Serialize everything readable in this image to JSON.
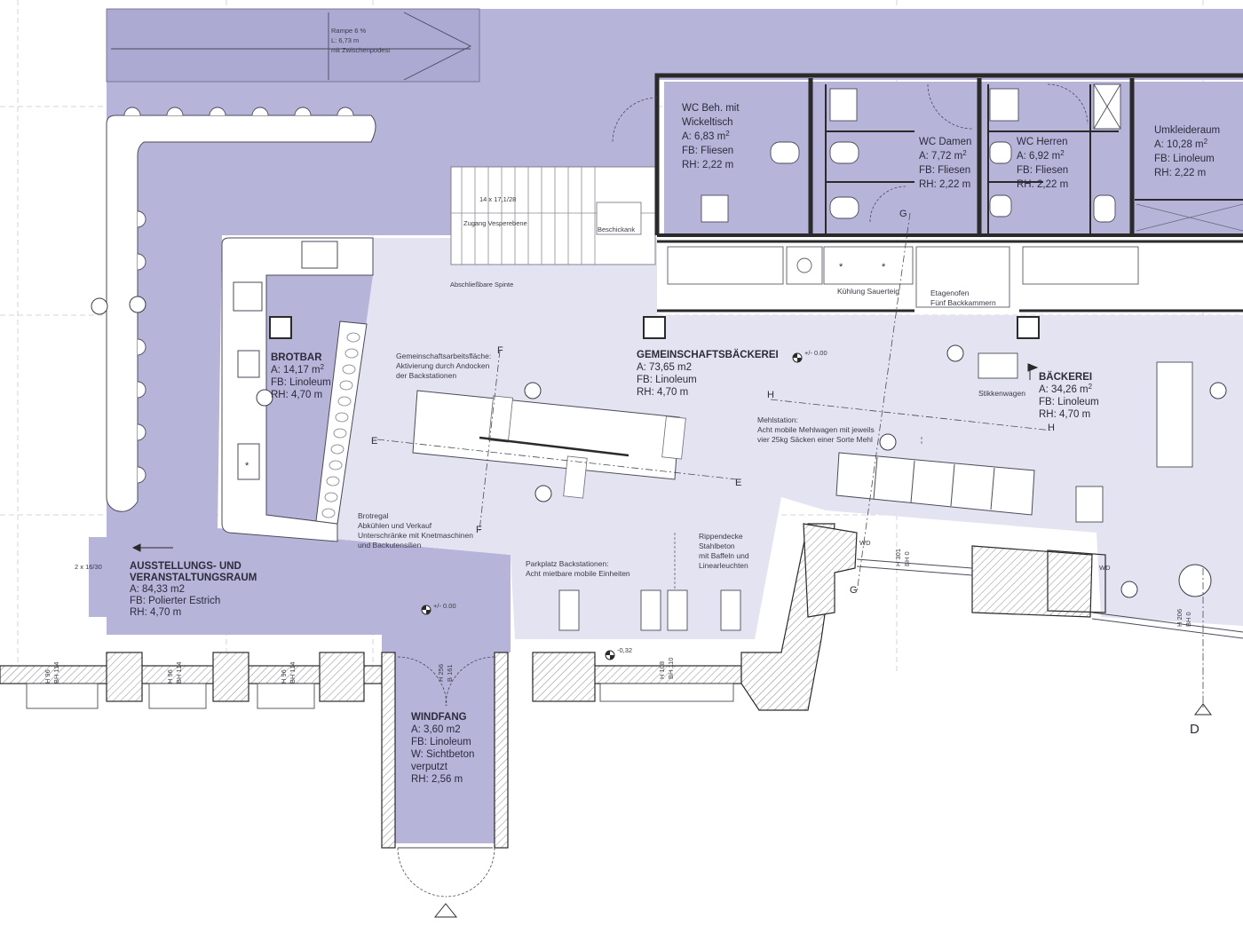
{
  "colors": {
    "room_fill": "#b7b4da",
    "light_fill": "#e4e3f1",
    "wall": "#3a3a3a",
    "hatch": "#8a8a8a",
    "background": "#ffffff"
  },
  "ramp": {
    "line1": "Rampe 6 %",
    "line2": "L: 6,73 m",
    "line3": "mit Zwischenpodest"
  },
  "stair": {
    "spec": "14 x 17,1/28",
    "access": "Zugang Vesperebene",
    "cabinet": "Beschickank",
    "lockers": "Abschließbare Spinte"
  },
  "rooms": {
    "wc_beh": {
      "name1": "WC Beh. mit",
      "name2": "Wickeltisch",
      "area_prefix": "A: 6,83 m",
      "floor": "FB: Fliesen",
      "height": "RH: 2,22 m"
    },
    "wc_damen": {
      "name": "WC Damen",
      "area_prefix": "A: 7,72 m",
      "floor": "FB: Fliesen",
      "height": "RH: 2,22 m"
    },
    "wc_herren": {
      "name": "WC Herren",
      "area_prefix": "A: 6,92 m",
      "floor": "FB: Fliesen",
      "height": "RH: 2,22 m"
    },
    "umkleide": {
      "name": "Umkleideraum",
      "area_prefix": "A: 10,28 m",
      "floor": "FB: Linoleum",
      "height": "RH: 2,22 m"
    },
    "brotbar": {
      "name": "BROTBAR",
      "area_prefix": "A: 14,17 m",
      "floor": "FB: Linoleum",
      "height": "RH: 4,70 m"
    },
    "gemeinschaft": {
      "name": "GEMEINSCHAFTSBÄCKEREI",
      "area": "A: 73,65 m2",
      "floor": "FB: Linoleum",
      "height": "RH: 4,70 m"
    },
    "baeckerei": {
      "name": "BÄCKEREI",
      "area_prefix": "A: 34,26 m",
      "floor": "FB: Linoleum",
      "height": "RH: 4,70 m"
    },
    "ausstellung": {
      "name1": "AUSSTELLUNGS- UND",
      "name2": "VERANSTALTUNGSRAUM",
      "area": "A: 84,33 m2",
      "floor": "FB: Polierter Estrich",
      "height": "RH: 4,70 m"
    },
    "windfang": {
      "name": "WINDFANG",
      "area": "A: 3,60 m2",
      "floor": "FB: Linoleum",
      "wall1": "W: Sichtbeton",
      "wall2": "verputzt",
      "height": "RH: 2,56 m"
    }
  },
  "area_unit_superscript": "2",
  "annotations": {
    "arbeitsflaeche1": "Gemeinschaftsarbeitsfläche:",
    "arbeitsflaeche2": "Aktivierung durch Andocken",
    "arbeitsflaeche3": "der Backstationen",
    "kuehlung": "Kühlung Sauerteig",
    "etagenofen1": "Etagenofen",
    "etagenofen2": "Fünf Backkammern",
    "stikkenwagen": "Stikkenwagen",
    "mehl1": "Mehlstation:",
    "mehl2": "Acht mobile Mehlwagen mit jeweils",
    "mehl3": "vier 25kg Säcken einer Sorte Mehl",
    "brotregal1": "Brotregal",
    "brotregal2": "Abkühlen und Verkauf",
    "brotregal3": "Unterschränke mit Knetmaschinen",
    "brotregal4": "und Backutensilien",
    "parkplatz1": "Parkplatz Backstationen:",
    "parkplatz2": "Acht mietbare mobile Einheiten",
    "rippen1": "Rippendecke",
    "rippen2": "Stahlbeton",
    "rippen3": "mit Baffeln und",
    "rippen4": "Linearleuchten",
    "stair_left": "2 x 16/30"
  },
  "levels": {
    "main": "+/- 0.00",
    "kitchen": "+/- 0.00",
    "low": "-0,32"
  },
  "section_markers": {
    "e": "E",
    "f": "F",
    "g": "G",
    "h": "H",
    "d": "D"
  },
  "window_tags": {
    "w1": "H 96",
    "w1b": "BH 114",
    "w2": "H 96",
    "w2b": "BH 114",
    "w3": "H 96",
    "w3b": "BH 114",
    "door": "H 256",
    "doorb": "B 161",
    "w4": "H 108",
    "w4b": "BH 110",
    "w5": "H 301",
    "w5b": "BH 0",
    "w6": "H 206",
    "w6b": "BH 0",
    "wd1": "WD",
    "wd2": "WD"
  }
}
